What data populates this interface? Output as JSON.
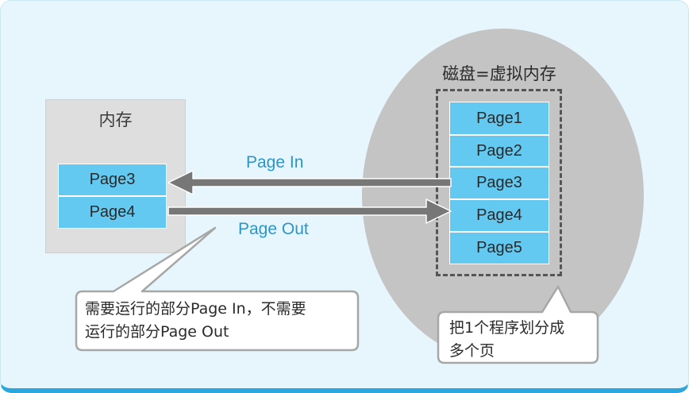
{
  "memory": {
    "title": "内存",
    "pages": [
      "Page3",
      "Page4"
    ]
  },
  "disk": {
    "title": "磁盘=虚拟内存",
    "pages": [
      "Page1",
      "Page2",
      "Page3",
      "Page4",
      "Page5"
    ]
  },
  "arrows": {
    "page_in": "Page In",
    "page_out": "Page Out"
  },
  "callouts": {
    "left": {
      "line1": "需要运行的部分Page In，不需要",
      "line2": "运行的部分Page Out"
    },
    "right": {
      "line1": "把1个程序划分成",
      "line2": "多个页"
    }
  },
  "colors": {
    "background": "#e7f6fc",
    "page_cell": "#64c9f0",
    "accent": "#29a7de",
    "arrow": "#777777",
    "label": "#2b95c8"
  }
}
